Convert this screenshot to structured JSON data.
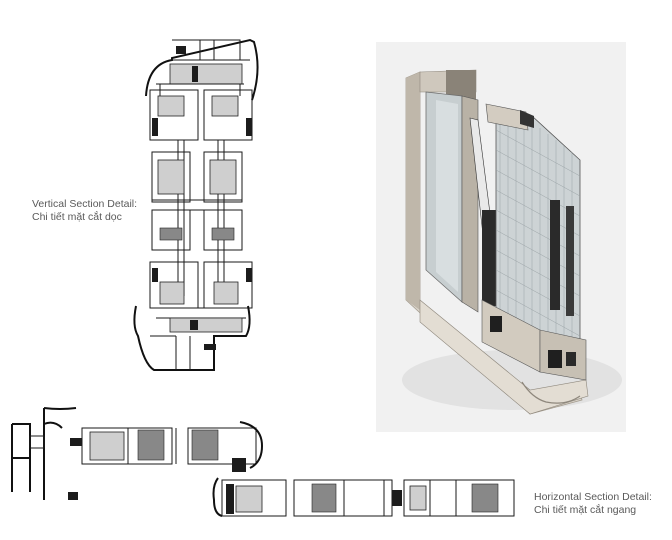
{
  "captions": {
    "vertical_en": "Vertical Section Detail:",
    "vertical_vi": "Chi tiết mặt cắt dọc",
    "horizontal_en": "Horizontal Section Detail:",
    "horizontal_vi": "Chi tiết mặt cắt ngang"
  },
  "colors": {
    "caption_text": "#5a5a5a",
    "profile_stroke": "#1a1a1a",
    "render_background": "#f1f1f1",
    "aluminium": "#d8d2c8",
    "glass": "#9fb0b3"
  }
}
